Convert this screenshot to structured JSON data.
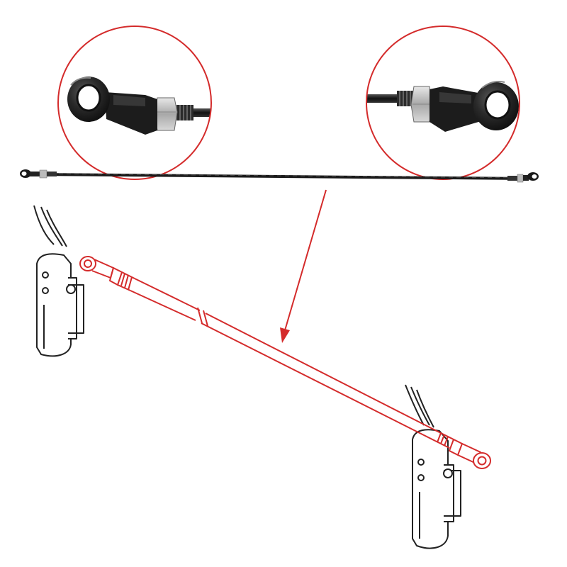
{
  "image": {
    "kind": "product-illustration",
    "subject": "adjusting rod",
    "colors": {
      "background": "#ffffff",
      "callout_red": "#d42b2b",
      "rod_black": "#1a1a1a",
      "nut_silver": "#b8b8b8",
      "diagram_outline": "#222222"
    },
    "callouts": [
      {
        "name": "left-eye-end-detail"
      },
      {
        "name": "right-eye-end-detail"
      }
    ],
    "arrow": {
      "direction": "down"
    }
  }
}
